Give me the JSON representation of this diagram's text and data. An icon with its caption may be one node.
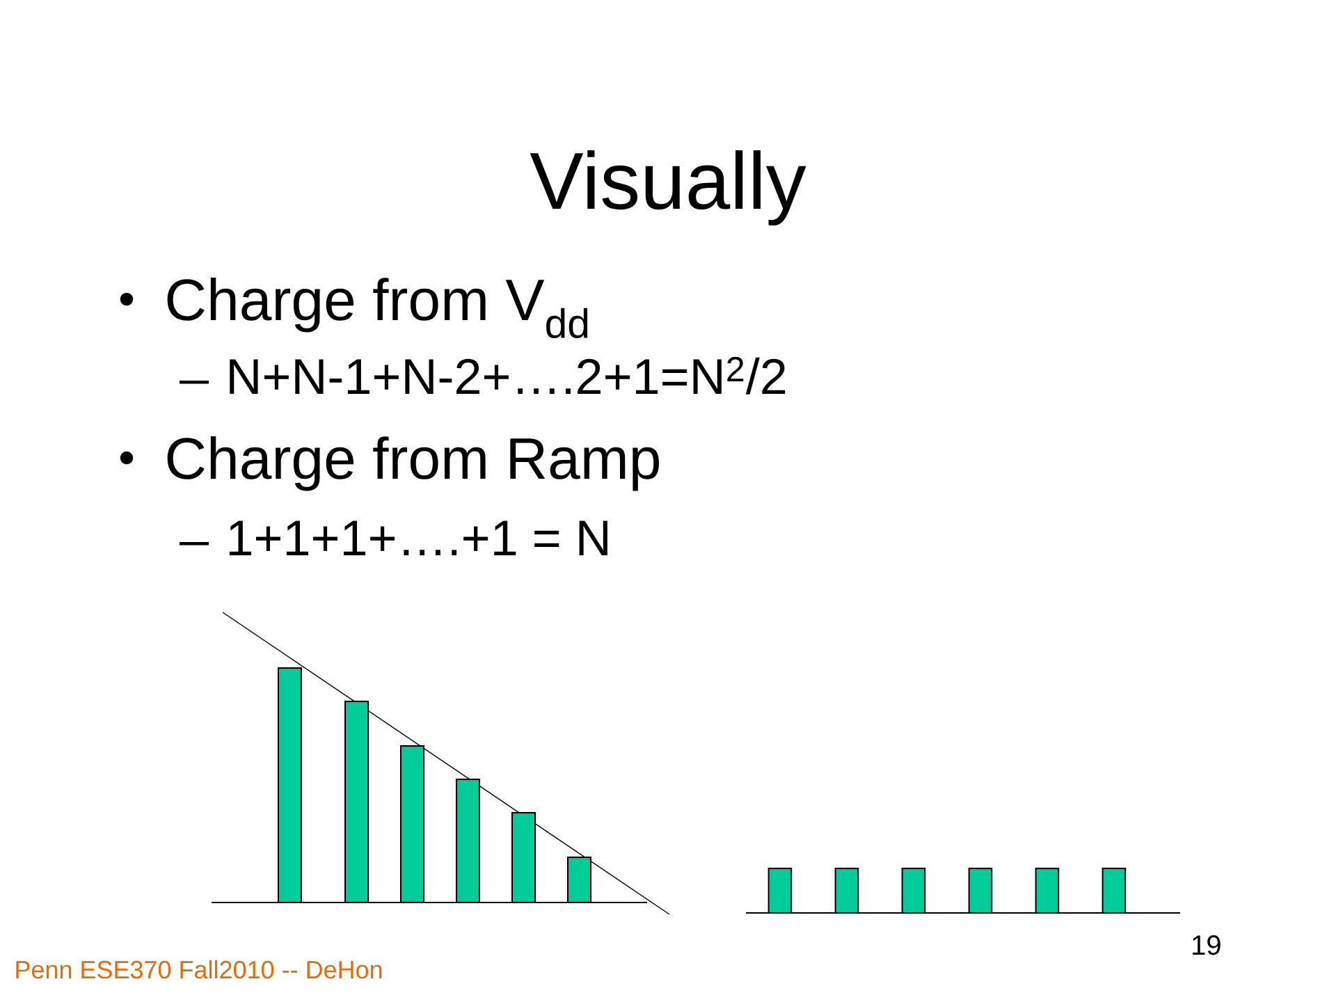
{
  "diagram": {
    "title": "Visually",
    "labels": [
      "Charge from V$_{dd}$",
      "N+N-1+N-2+….2+1=N$^{2}$/2",
      "Charge from Ramp",
      "1+1+1+….+1 = N",
      "Penn ESE370 Fall2010 -- DeHon",
      "19"
    ]
  }
}
